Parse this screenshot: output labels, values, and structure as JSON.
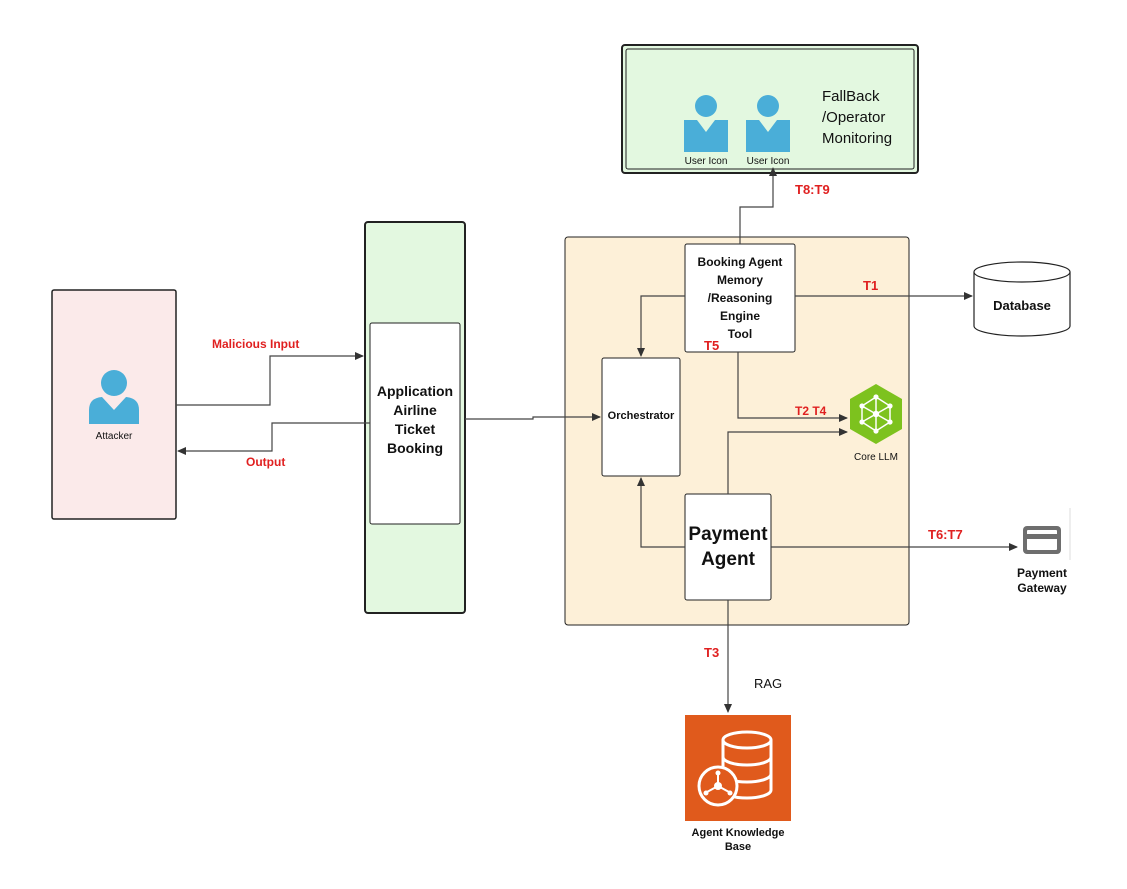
{
  "fallback": {
    "title_line1": "FallBack",
    "title_line2": "/Operator",
    "title_line3": "Monitoring",
    "user1_label": "User Icon",
    "user2_label": "User Icon",
    "icon": "user-icon"
  },
  "attacker": {
    "label": "Attacker",
    "icon": "user-icon"
  },
  "application": {
    "line1": "Application",
    "line2": "Airline",
    "line3": "Ticket",
    "line4": "Booking"
  },
  "booking_agent": {
    "line1": "Booking Agent",
    "line2": "Memory",
    "line3": "/Reasoning",
    "line4": "Engine",
    "line5": "Tool"
  },
  "orchestrator": {
    "label": "Orchestrator"
  },
  "payment_agent": {
    "line1": "Payment",
    "line2": "Agent"
  },
  "core_llm": {
    "label": "Core LLM",
    "icon": "neural-network-icon"
  },
  "database": {
    "label": "Database",
    "icon": "database-cylinder"
  },
  "payment_gateway": {
    "line1": "Payment",
    "line2": "Gateway",
    "icon": "credit-card-icon"
  },
  "knowledge_base": {
    "line1": "Agent Knowledge",
    "line2": "Base",
    "icon": "database-network-icon"
  },
  "edge_labels": {
    "malicious_input": "Malicious Input",
    "output": "Output",
    "t8_t9": "T8:T9",
    "t1": "T1",
    "t5": "T5",
    "t2_t4": "T2 T4",
    "t6_t7": "T6:T7",
    "t3": "T3",
    "rag": "RAG"
  },
  "colors": {
    "threat_label": "#e02020",
    "fallback_fill": "#e3f8e0",
    "attacker_fill": "#fbeaea",
    "app_fill": "#e3f8e0",
    "agent_area_fill": "#fdf0d8",
    "llm_green": "#7dc21e",
    "kb_orange": "#e05a1c",
    "user_blue": "#4aaed8",
    "gateway_gray": "#6e6e6e"
  }
}
